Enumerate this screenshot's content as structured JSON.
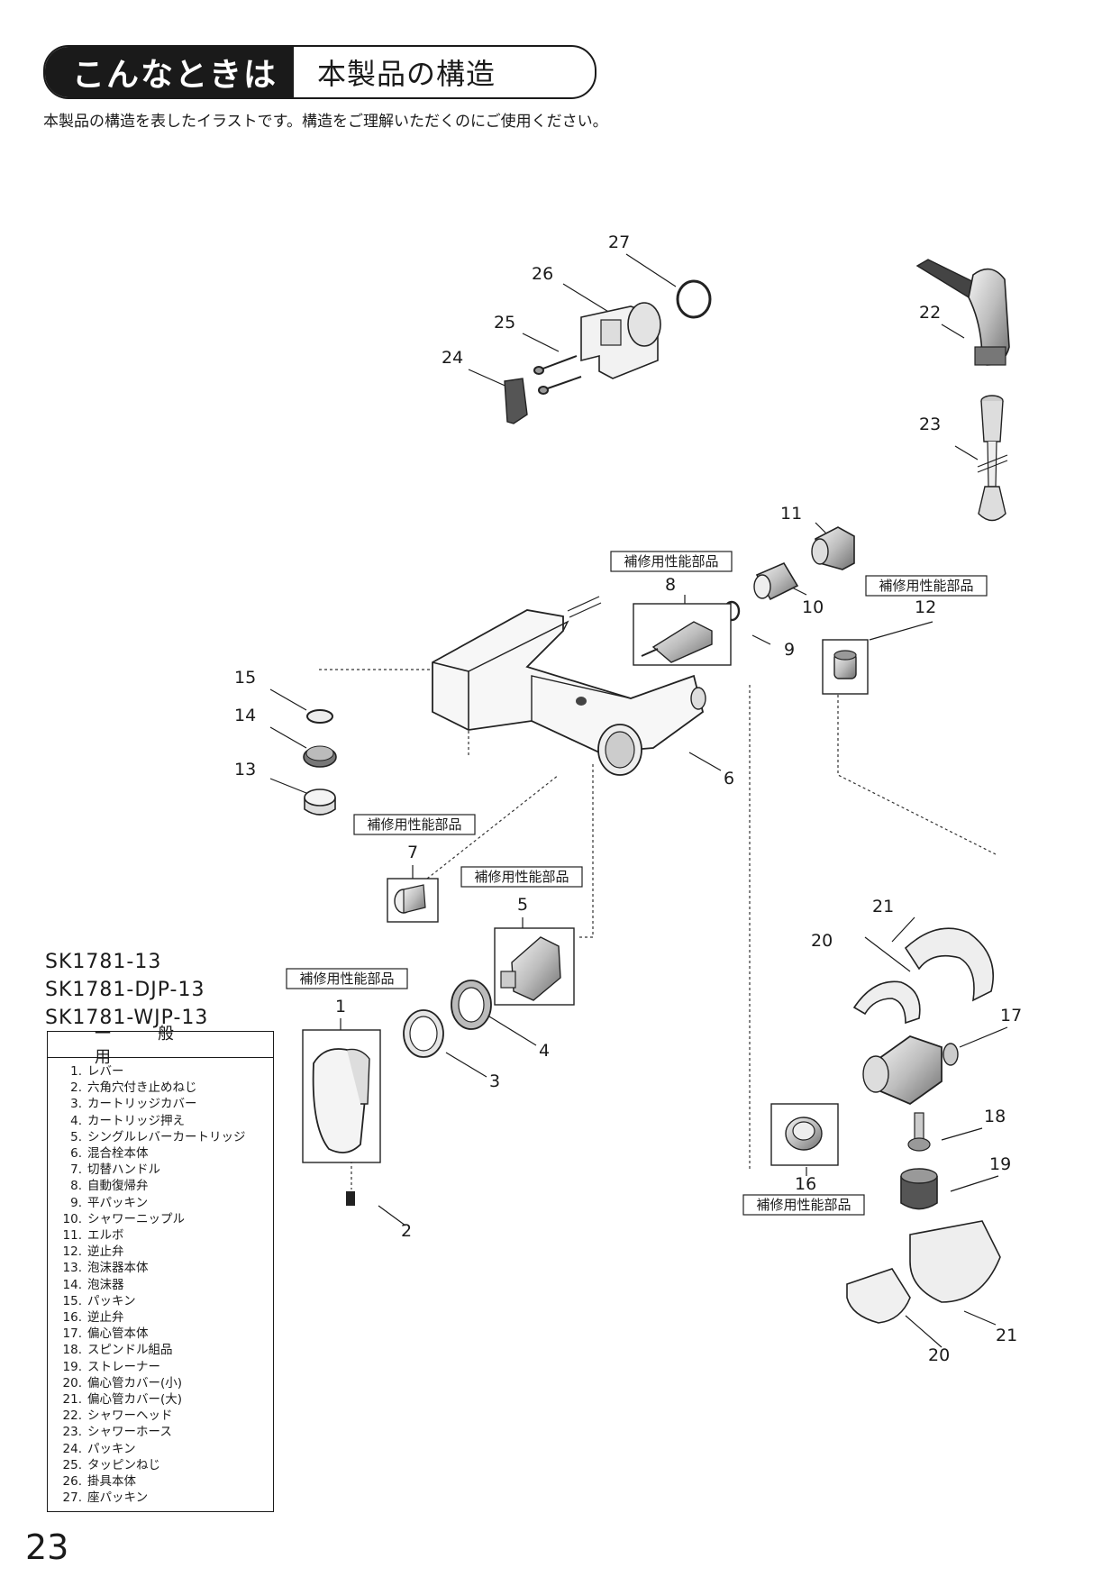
{
  "header": {
    "section": "こんなときは",
    "title": "本製品の構造"
  },
  "intro": "本製品の構造を表したイラストです。構造をご理解いただくのにご使用ください。",
  "models": [
    "SK1781-13",
    "SK1781-DJP-13",
    "SK1781-WJP-13"
  ],
  "legend": {
    "heading": "一般用",
    "items": [
      {
        "no": "1.",
        "name": "レバー"
      },
      {
        "no": "2.",
        "name": "六角穴付き止めねじ"
      },
      {
        "no": "3.",
        "name": "カートリッジカバー"
      },
      {
        "no": "4.",
        "name": "カートリッジ押え"
      },
      {
        "no": "5.",
        "name": "シングルレバーカートリッジ"
      },
      {
        "no": "6.",
        "name": "混合栓本体"
      },
      {
        "no": "7.",
        "name": "切替ハンドル"
      },
      {
        "no": "8.",
        "name": "自動復帰弁"
      },
      {
        "no": "9.",
        "name": "平パッキン"
      },
      {
        "no": "10.",
        "name": "シャワーニップル"
      },
      {
        "no": "11.",
        "name": "エルボ"
      },
      {
        "no": "12.",
        "name": "逆止弁"
      },
      {
        "no": "13.",
        "name": "泡沫器本体"
      },
      {
        "no": "14.",
        "name": "泡沫器"
      },
      {
        "no": "15.",
        "name": "パッキン"
      },
      {
        "no": "16.",
        "name": "逆止弁"
      },
      {
        "no": "17.",
        "name": "偏心管本体"
      },
      {
        "no": "18.",
        "name": "スピンドル組品"
      },
      {
        "no": "19.",
        "name": "ストレーナー"
      },
      {
        "no": "20.",
        "name": "偏心管カバー(小)"
      },
      {
        "no": "21.",
        "name": "偏心管カバー(大)"
      },
      {
        "no": "22.",
        "name": "シャワーヘッド"
      },
      {
        "no": "23.",
        "name": "シャワーホース"
      },
      {
        "no": "24.",
        "name": "パッキン"
      },
      {
        "no": "25.",
        "name": "タッピンねじ"
      },
      {
        "no": "26.",
        "name": "掛具本体"
      },
      {
        "no": "27.",
        "name": "座パッキン"
      }
    ]
  },
  "repair_tag": "補修用性能部品",
  "callouts": {
    "n1": "1",
    "n2": "2",
    "n3": "3",
    "n4": "4",
    "n5": "5",
    "n6": "6",
    "n7": "7",
    "n8": "8",
    "n9": "9",
    "n10": "10",
    "n11": "11",
    "n12": "12",
    "n13": "13",
    "n14": "14",
    "n15": "15",
    "n16": "16",
    "n17": "17",
    "n18": "18",
    "n19": "19",
    "n20a": "20",
    "n20b": "20",
    "n21a": "21",
    "n21b": "21",
    "n22": "22",
    "n23": "23",
    "n24": "24",
    "n25": "25",
    "n26": "26",
    "n27": "27"
  },
  "page_number": "23"
}
